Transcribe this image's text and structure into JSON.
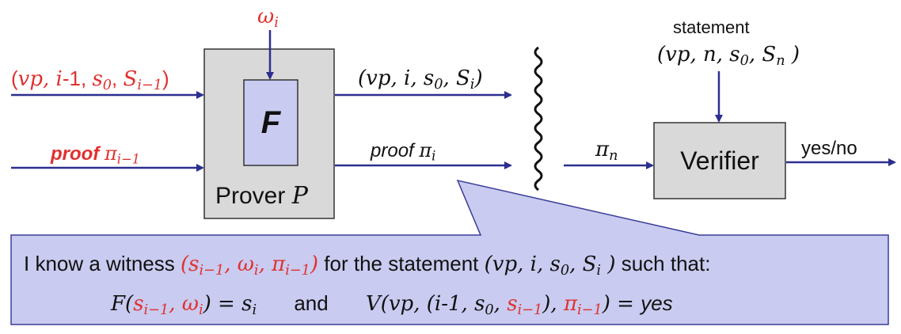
{
  "prover": {
    "box_label": "Prover",
    "symbol": "P",
    "inner_label": "F",
    "witness_symbol": "ω",
    "witness_sub": "i"
  },
  "inputs": {
    "state_open": "(",
    "state_vp": "vp",
    "state_i": ", i",
    "state_minus": "-1, ",
    "state_s0": "s",
    "state_s0_sub": "0",
    "state_si": "S",
    "state_si_sub": "i−1",
    "state_close": ")",
    "proof_word": "proof",
    "proof_pi": "π",
    "proof_pi_sub": "i−1"
  },
  "outputs": {
    "state_text": "(vp, i, s",
    "state_s0_sub": "0",
    "state_mid": ", S",
    "state_sub": "i",
    "state_close": ")",
    "proof_word": "proof",
    "proof_pi": "π",
    "proof_pi_sub": "i"
  },
  "verifier": {
    "box_label": "Verifier",
    "statement_title": "statement",
    "statement_text": "(vp, n, s",
    "statement_s0_sub": "0",
    "statement_mid": ", S",
    "statement_sub": "n",
    "statement_close": " )",
    "input_pi": "π",
    "input_pi_sub": "n",
    "output_label": "yes/no"
  },
  "callout": {
    "line1_prefix": "I know a witness ",
    "line1_witness": "(s",
    "line1_w_sub1": "i−1",
    "line1_w_mid1": ", ω",
    "line1_w_sub2": "i",
    "line1_w_mid2": ", π",
    "line1_w_sub3": "i−1",
    "line1_w_close": ")",
    "line1_for": " for the statement ",
    "line1_stmt": "(vp, i, s",
    "line1_stmt_sub0": "0",
    "line1_stmt_mid": ", S",
    "line1_stmt_sub": "i",
    "line1_stmt_close": " )",
    "line1_suffix": " such that:",
    "line2_F": "F(",
    "line2_s": "s",
    "line2_s_sub": "i−1",
    "line2_comma": ", ",
    "line2_w": "ω",
    "line2_w_sub": "i",
    "line2_eq": ") = s",
    "line2_eq_sub": "i",
    "line2_and": "and",
    "line2_V": "V(vp, (",
    "line2_i": "i",
    "line2_V2": "-1, s",
    "line2_V2_sub": "0",
    "line2_V2_comma": ", ",
    "line2_s2": "s",
    "line2_s2_sub": "i−1",
    "line2_close": "), ",
    "line2_pi": "π",
    "line2_pi_sub": "i−1",
    "line2_end": ") = ",
    "line2_yes": "yes"
  },
  "colors": {
    "arrow": "#2c2f8f",
    "red": "#e0312f",
    "box_fill": "#d9d9d9",
    "inner_fill": "#c9cbf0",
    "callout_fill": "#c9cbf0",
    "callout_stroke": "#3a3c97"
  }
}
